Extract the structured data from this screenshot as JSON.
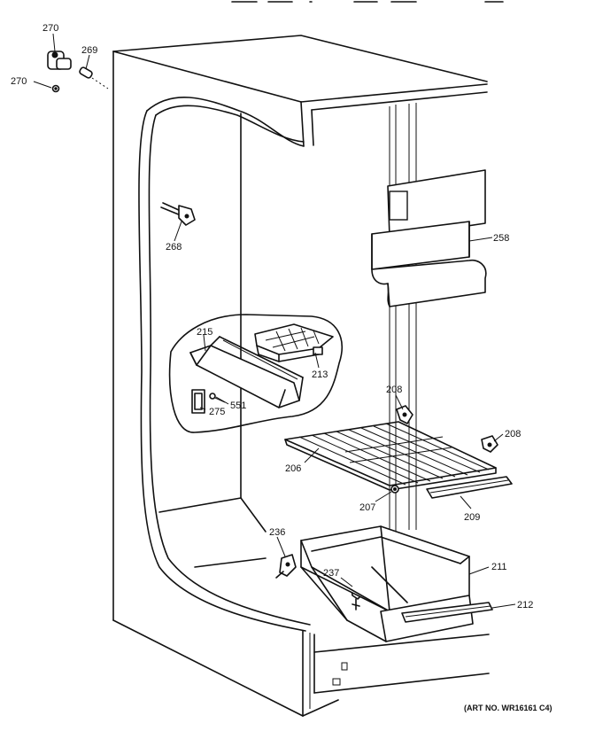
{
  "labels": {
    "p270a": "270",
    "p270b": "270",
    "p269": "269",
    "p268": "268",
    "p215": "215",
    "p213": "213",
    "p551": "551",
    "p275": "275",
    "p258": "258",
    "p208a": "208",
    "p208b": "208",
    "p206": "206",
    "p207": "207",
    "p209": "209",
    "p236": "236",
    "p237": "237",
    "p211": "211",
    "p212": "212"
  },
  "art_no": "(ART NO. WR16161 C4)"
}
